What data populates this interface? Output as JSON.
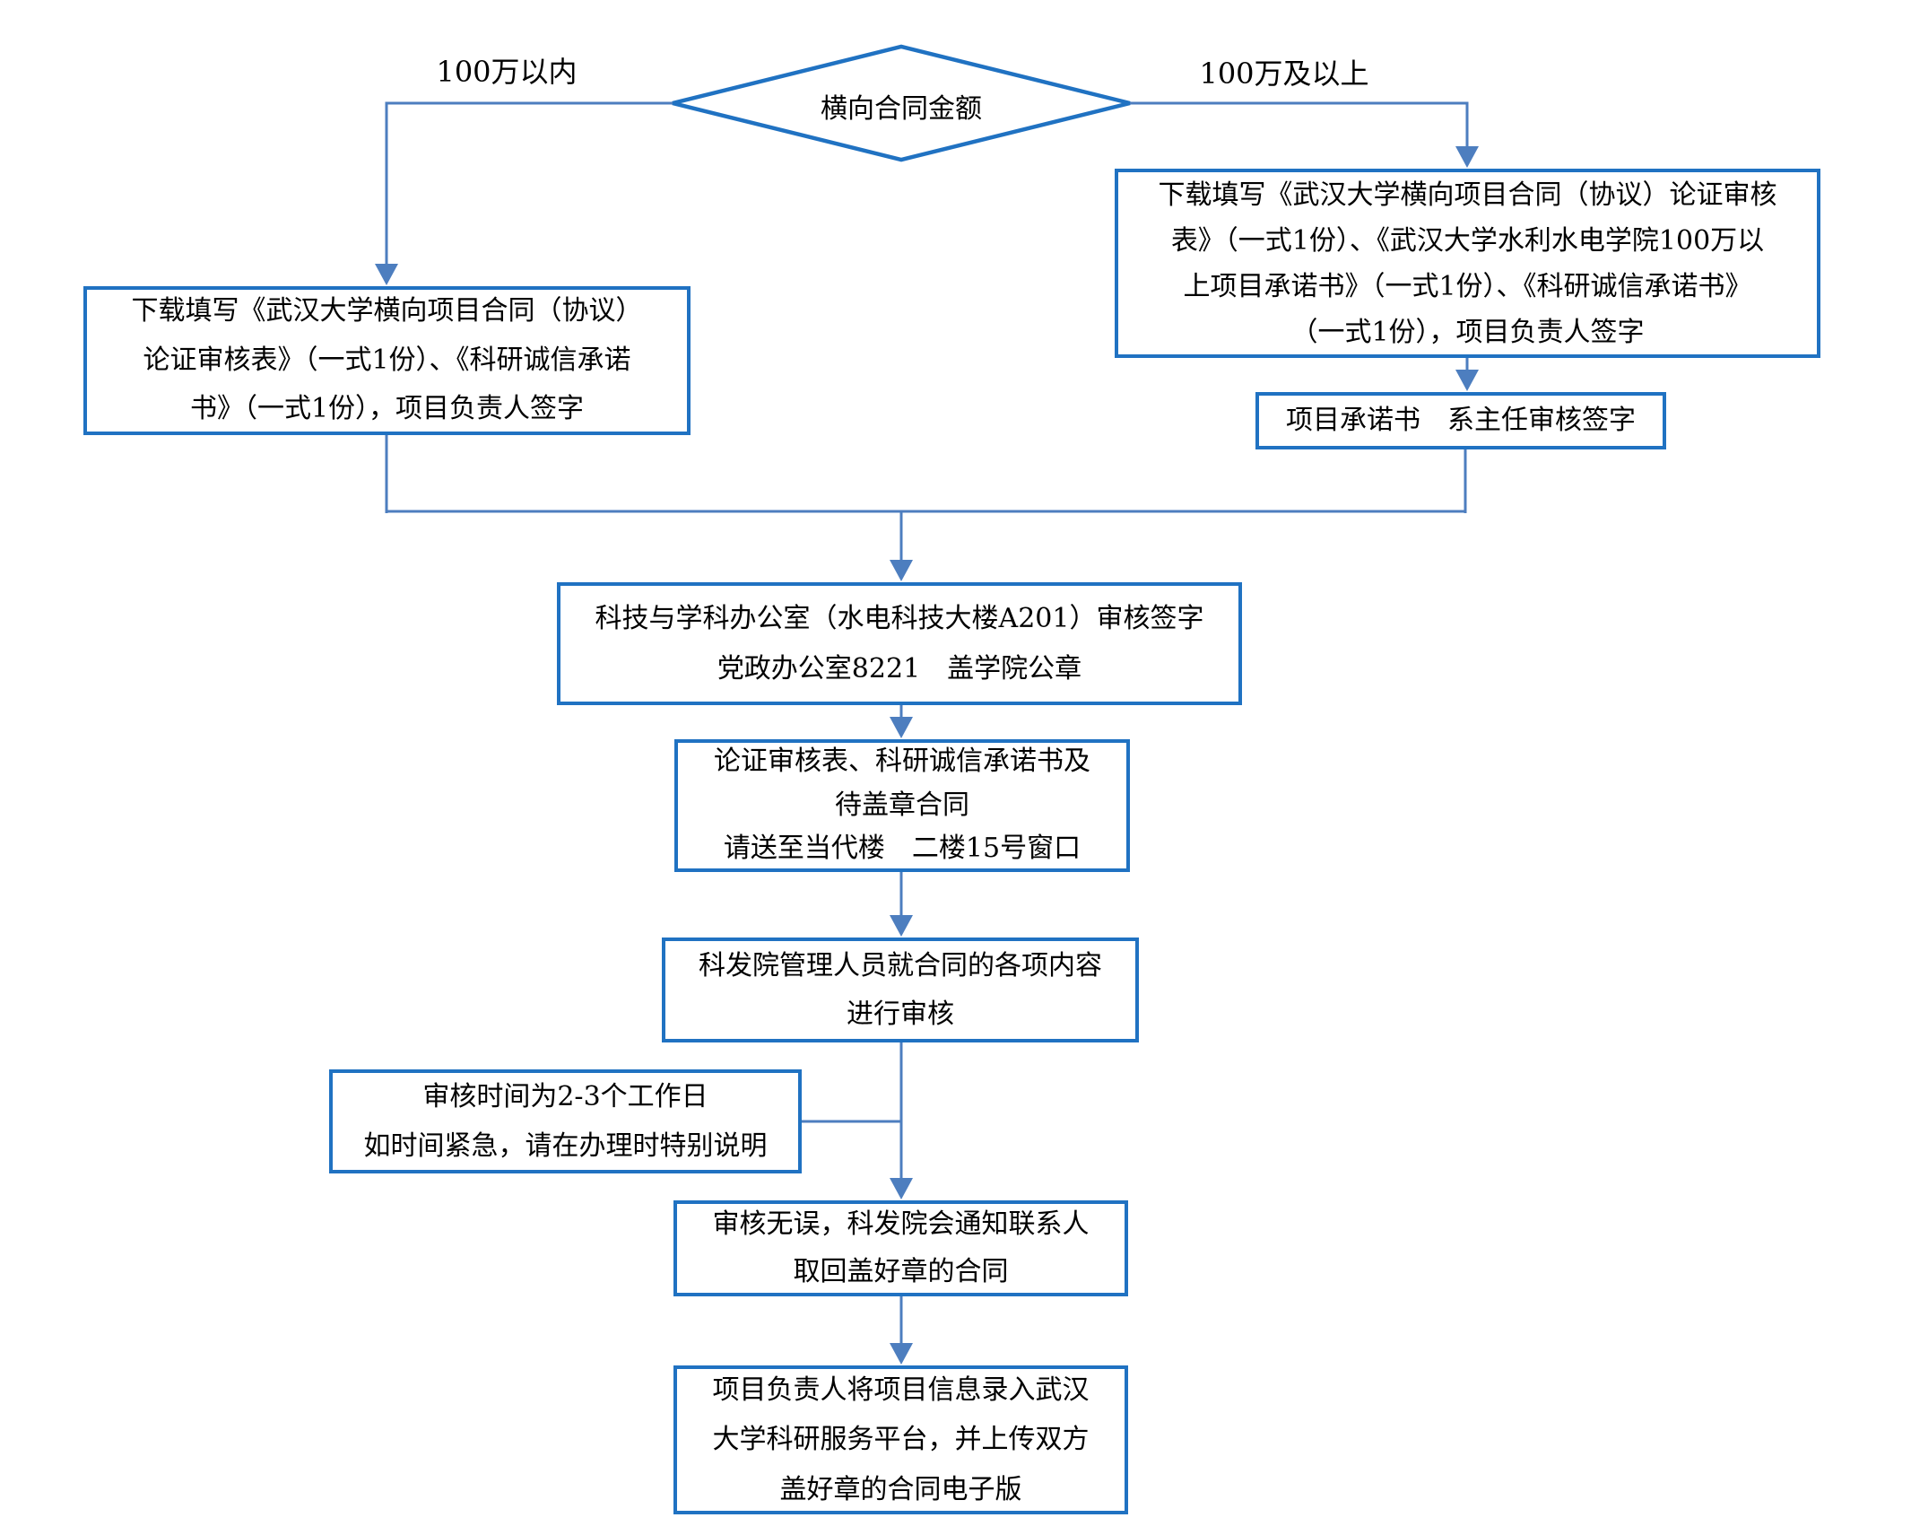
{
  "palette": {
    "box_border": "#2072c2",
    "connector": "#4d7ebf",
    "text_color": "#000000",
    "background": "#ffffff"
  },
  "decision": {
    "label": "横向合同金额"
  },
  "branches": {
    "left_label": "100万以内",
    "right_label": "100万及以上"
  },
  "nodes": {
    "left_download": {
      "text": "下载填写《武汉大学横向项目合同（协议）\n论证审核表》（一式1份）、《科研诚信承诺\n书》（一式1份），项目负责人签字"
    },
    "right_download": {
      "text": "下载填写《武汉大学横向项目合同（协议）论证审核\n表》（一式1份）、《武汉大学水利水电学院100万以\n上项目承诺书》（一式1份）、《科研诚信承诺书》\n（一式1份），项目负责人签字"
    },
    "promise_sign": {
      "text": "项目承诺书　系主任审核签字"
    },
    "office_review": {
      "text": "科技与学科办公室（水电科技大楼A201）审核签字\n党政办公室8221　盖学院公章"
    },
    "send_window": {
      "text": "论证审核表、科研诚信承诺书及\n待盖章合同\n请送至当代楼　二楼15号窗口"
    },
    "kfy_review": {
      "text": "科发院管理人员就合同的各项内容\n进行审核"
    },
    "review_time_note": {
      "text": "审核时间为2-3个工作日\n如时间紧急，请在办理时特别说明"
    },
    "pickup": {
      "text": "审核无误，科发院会通知联系人\n取回盖好章的合同"
    },
    "platform_entry": {
      "text": "项目负责人将项目信息录入武汉\n大学科研服务平台，并上传双方\n盖好章的合同电子版"
    }
  }
}
